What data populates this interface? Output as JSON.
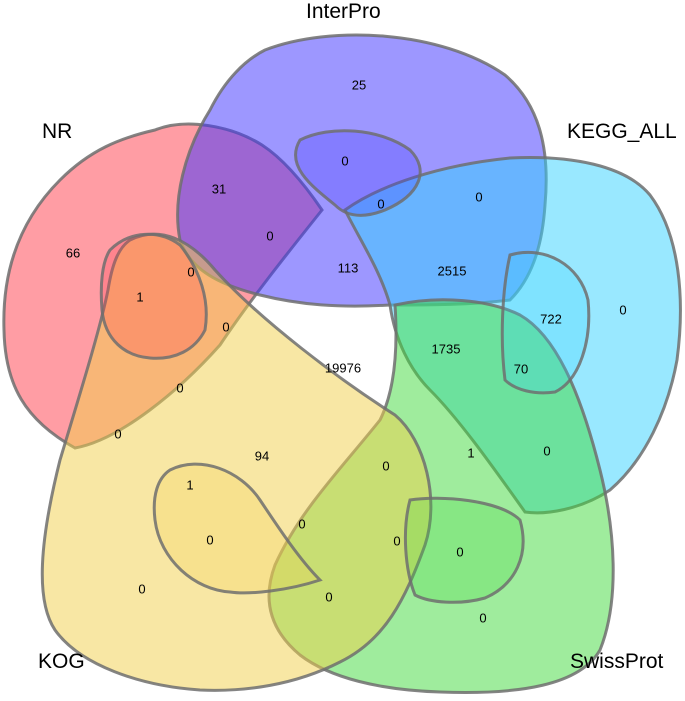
{
  "sets": [
    {
      "id": "nr",
      "name": "NR",
      "color": "#ff3b4a"
    },
    {
      "id": "interpro",
      "name": "InterPro",
      "color": "#3b30ff"
    },
    {
      "id": "kegg_all",
      "name": "KEGG_ALL",
      "color": "#34d2ff"
    },
    {
      "id": "swissprot",
      "name": "SwissProt",
      "color": "#3fd93b"
    },
    {
      "id": "kog",
      "name": "KOG",
      "color": "#f2cf4a"
    }
  ],
  "regions": [
    {
      "id": "interpro-only",
      "value": "25"
    },
    {
      "id": "nr-only",
      "value": "66"
    },
    {
      "id": "kegg-only",
      "value": "0"
    },
    {
      "id": "swissprot-only",
      "value": "0"
    },
    {
      "id": "kog-only",
      "value": "0"
    },
    {
      "id": "nr-interpro",
      "value": "31"
    },
    {
      "id": "interpro-upper",
      "value": "0"
    },
    {
      "id": "interpro-kegg",
      "value": "0"
    },
    {
      "id": "interpro-kegg-b",
      "value": "0"
    },
    {
      "id": "nr-interpro-b",
      "value": "0"
    },
    {
      "id": "nr-interpro-kegg",
      "value": "113"
    },
    {
      "id": "interpro-kegg-swissprot",
      "value": "2515"
    },
    {
      "id": "kegg-swissprot",
      "value": "722"
    },
    {
      "id": "nr-left-a",
      "value": "1"
    },
    {
      "id": "nr-left-b",
      "value": "0"
    },
    {
      "id": "nr-left-c",
      "value": "0"
    },
    {
      "id": "all-five",
      "value": "19976"
    },
    {
      "id": "interpro-kegg-swissprot-kog",
      "value": "1735"
    },
    {
      "id": "kegg-swissprot-b",
      "value": "70"
    },
    {
      "id": "nr-kog-a",
      "value": "0"
    },
    {
      "id": "nr-kog-b",
      "value": "0"
    },
    {
      "id": "nr-swissprot-kog",
      "value": "94"
    },
    {
      "id": "center-lower",
      "value": "0"
    },
    {
      "id": "swissprot-kegg-c",
      "value": "1"
    },
    {
      "id": "swissprot-kegg-d",
      "value": "0"
    },
    {
      "id": "nr-kog-c",
      "value": "1"
    },
    {
      "id": "kog-swissprot-a",
      "value": "0"
    },
    {
      "id": "kog-swissprot-b",
      "value": "0"
    },
    {
      "id": "kog-swissprot-c",
      "value": "0"
    },
    {
      "id": "swissprot-lower-a",
      "value": "0"
    },
    {
      "id": "swissprot-lower-b",
      "value": "0"
    },
    {
      "id": "kog-swissprot-d",
      "value": "0"
    }
  ]
}
